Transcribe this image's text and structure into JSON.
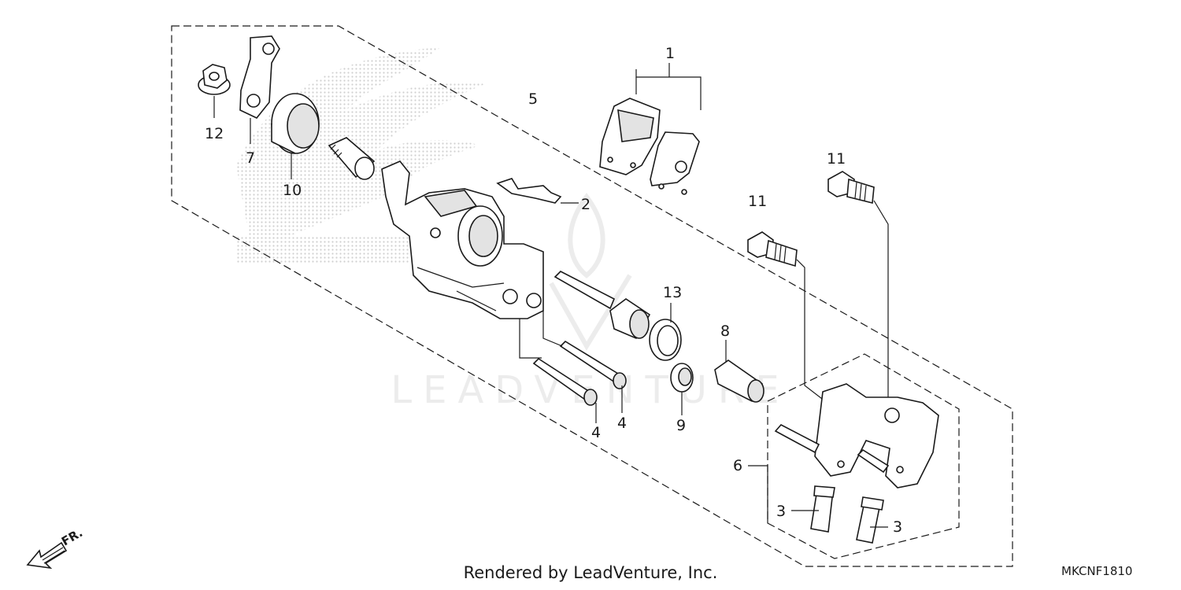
{
  "diagram": {
    "callouts": {
      "p1": "1",
      "p2": "2",
      "p3a": "3",
      "p3b": "3",
      "p4a": "4",
      "p4b": "4",
      "p5": "5",
      "p6": "6",
      "p7": "7",
      "p8": "8",
      "p9": "9",
      "p10": "10",
      "p11a": "11",
      "p11b": "11",
      "p12": "12",
      "p13": "13"
    },
    "front_marker": "FR.",
    "watermark": "LEADVENTURE"
  },
  "footer": {
    "rendered_by": "Rendered by LeadVenture, Inc."
  },
  "diagram_code": "MKCNF1810",
  "colors": {
    "line": "#1a1a1a",
    "halftone": "#c8c8c8",
    "watermark": "#ececec"
  }
}
